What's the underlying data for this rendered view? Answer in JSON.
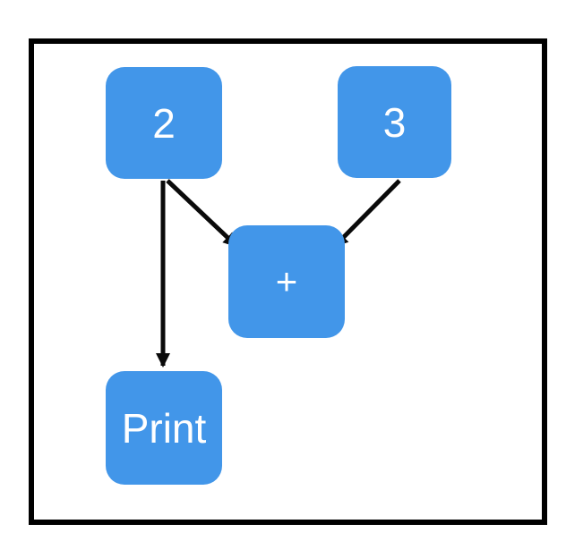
{
  "diagram": {
    "description": "Block / dataflow diagram inside a black framed canvas",
    "colors": {
      "canvas_background": "#ffffff",
      "frame_border": "#000000",
      "node_fill": "#4296e9",
      "node_text": "#ffffff",
      "arrow": "#0a0a0a"
    },
    "nodes": [
      {
        "id": "value-2",
        "label": "2"
      },
      {
        "id": "value-3",
        "label": "3"
      },
      {
        "id": "add",
        "label": "+"
      },
      {
        "id": "print",
        "label": "Print"
      }
    ],
    "edges": [
      {
        "from": "value-2",
        "to": "add"
      },
      {
        "from": "value-3",
        "to": "add"
      },
      {
        "from": "value-2",
        "to": "print"
      }
    ]
  }
}
